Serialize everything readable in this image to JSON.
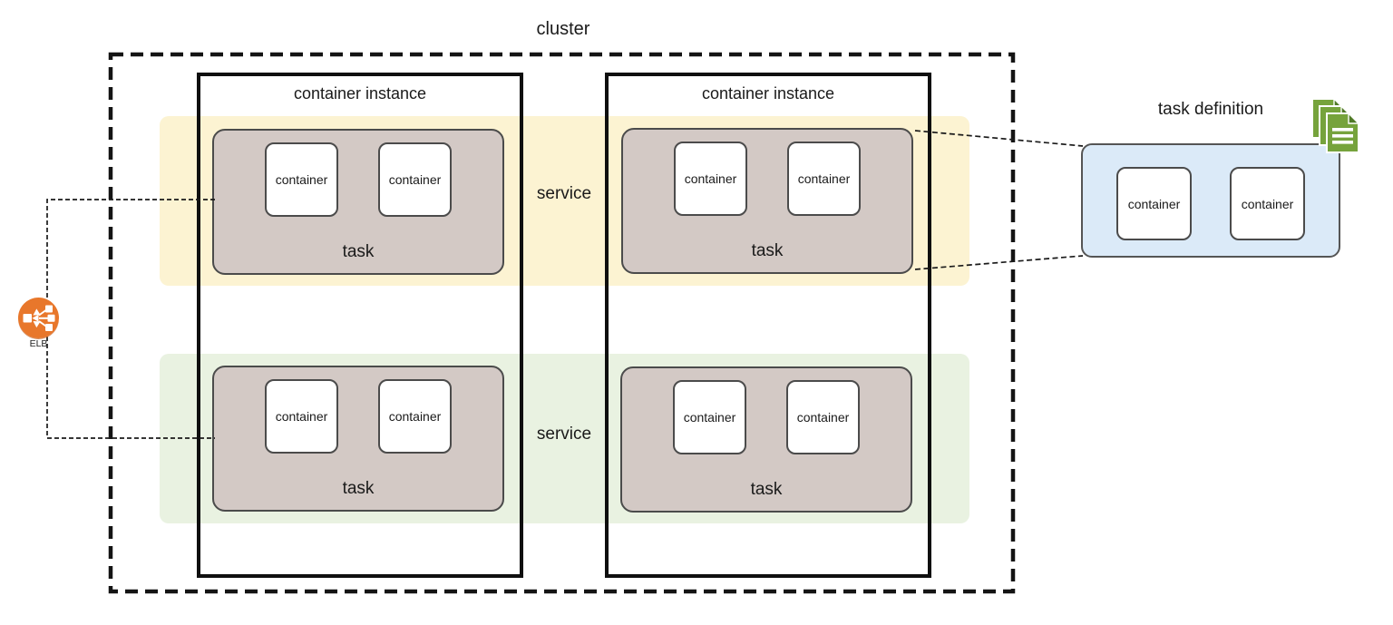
{
  "cluster": {
    "label": "cluster"
  },
  "instances": [
    {
      "label": "container instance"
    },
    {
      "label": "container instance"
    }
  ],
  "services": [
    {
      "label": "service"
    },
    {
      "label": "service"
    }
  ],
  "tasks": [
    {
      "label": "task",
      "containers": [
        {
          "label": "container"
        },
        {
          "label": "container"
        }
      ]
    },
    {
      "label": "task",
      "containers": [
        {
          "label": "container"
        },
        {
          "label": "container"
        }
      ]
    },
    {
      "label": "task",
      "containers": [
        {
          "label": "container"
        },
        {
          "label": "container"
        }
      ]
    },
    {
      "label": "task",
      "containers": [
        {
          "label": "container"
        },
        {
          "label": "container"
        }
      ]
    }
  ],
  "task_definition": {
    "label": "task definition",
    "containers": [
      {
        "label": "container"
      },
      {
        "label": "container"
      }
    ]
  },
  "elb": {
    "label": "ELB"
  },
  "icons": {
    "elb": "elastic-load-balancer-icon",
    "task_definition": "stacked-documents-icon"
  },
  "colors": {
    "service_band_yellow": "#FCF3D2",
    "service_band_green": "#E9F2E1",
    "task_fill": "#D3C9C5",
    "task_definition_fill": "#DBEAF8",
    "elb_orange": "#E8772B",
    "doc_green": "#76A33C",
    "outline_black": "#141414"
  }
}
